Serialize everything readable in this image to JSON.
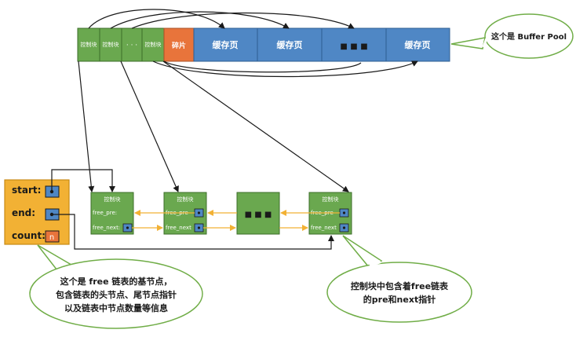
{
  "buffer_pool": {
    "control_blocks": [
      "控制块",
      "控制块",
      "· · ·",
      "控制块"
    ],
    "fragment": "碎片",
    "pages": [
      "缓存页",
      "缓存页",
      "■ ■ ■",
      "缓存页"
    ]
  },
  "base_node": {
    "start_label": "start:",
    "end_label": "end:",
    "count_label": "count:",
    "count_value": "n"
  },
  "free_list": {
    "nodes": [
      {
        "title": "控制块",
        "pre": "free_pre:",
        "next": "free_next:"
      },
      {
        "title": "控制块",
        "pre": "free_pre",
        "next": "free_next"
      },
      {
        "title": "控制块",
        "pre": "free_pre",
        "next": "free_next"
      }
    ],
    "ellipsis": "■ ■ ■"
  },
  "callouts": {
    "pool": "这个是 Buffer Pool",
    "base": [
      "这个是 free 链表的基节点，",
      "包含链表的头节点、尾节点指针",
      "以及链表中节点数量等信息"
    ],
    "control": [
      "控制块中包含着free链表",
      "的pre和next指针"
    ]
  },
  "colors": {
    "green": "#6aa84f",
    "orange": "#e8743b",
    "blue": "#4f87c5",
    "base_fill": "#f2b134",
    "callout_border": "#70ad47",
    "arrow_yellow": "#f2b134"
  }
}
